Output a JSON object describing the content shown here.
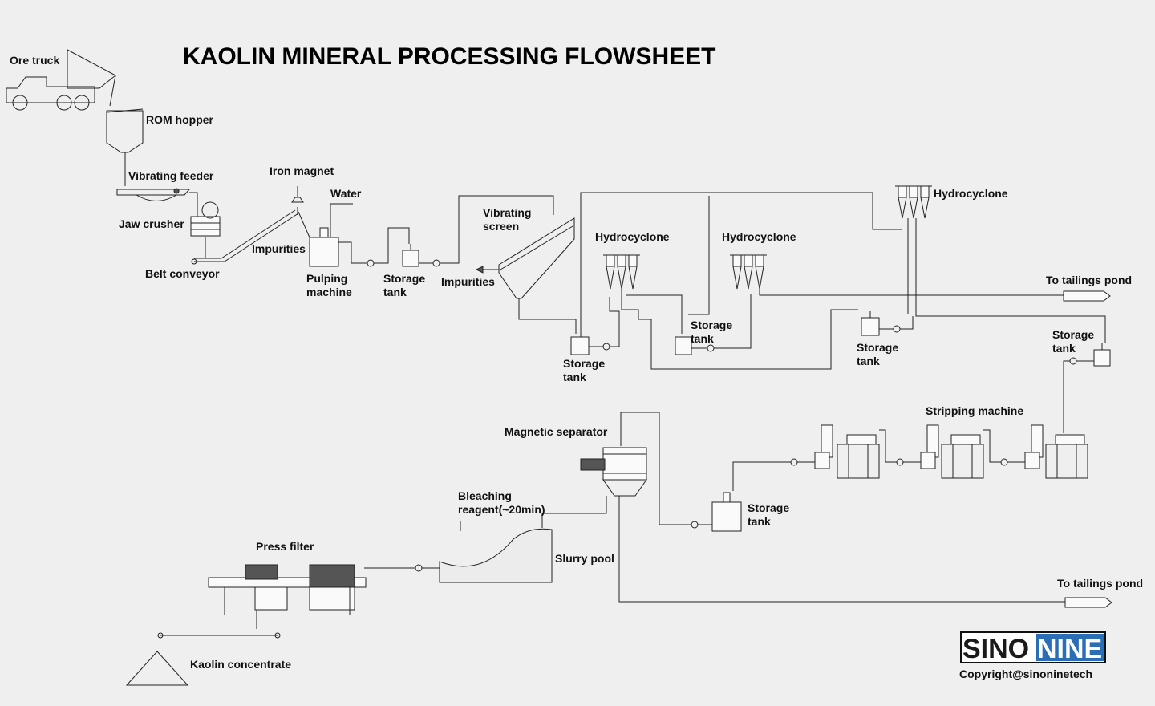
{
  "title": "KAOLIN MINERAL PROCESSING FLOWSHEET",
  "labels": {
    "ore_truck": "Ore truck",
    "rom_hopper": "ROM hopper",
    "vibrating_feeder": "Vibrating feeder",
    "jaw_crusher": "Jaw crusher",
    "belt_conveyor": "Belt conveyor",
    "iron_magnet": "Iron magnet",
    "water": "Water",
    "impurities_1": "Impurities",
    "pulping_machine_1": "Pulping",
    "pulping_machine_2": "machine",
    "storage_tank_1a": "Storage",
    "storage_tank_1b": "tank",
    "vibrating_screen_1": "Vibrating",
    "vibrating_screen_2": "screen",
    "impurities_2": "Impurities",
    "hydrocyclone_1": "Hydrocyclone",
    "hydrocyclone_2": "Hydrocyclone",
    "hydrocyclone_3": "Hydrocyclone",
    "to_tailings_1": "To tailings pond",
    "storage_tank_2a": "Storage",
    "storage_tank_2b": "tank",
    "storage_tank_3a": "Storage",
    "storage_tank_3b": "tank",
    "storage_tank_4a": "Storage",
    "storage_tank_4b": "tank",
    "storage_tank_5a": "Storage",
    "storage_tank_5b": "tank",
    "stripping_machine": "Stripping machine",
    "magnetic_separator": "Magnetic separator",
    "storage_tank_6a": "Storage",
    "storage_tank_6b": "tank",
    "bleaching_1": "Bleaching",
    "bleaching_2": "reagent(~20min)",
    "slurry_pool": "Slurry pool",
    "press_filter": "Press filter",
    "to_tailings_2": "To tailings pond",
    "kaolin_concentrate": "Kaolin concentrate"
  },
  "logo": {
    "part1": "SINO",
    "part2": "NINE",
    "bg_color": "#2a6fb5",
    "text_color": "#ffffff"
  },
  "copyright": "Copyright@sinoninetech"
}
